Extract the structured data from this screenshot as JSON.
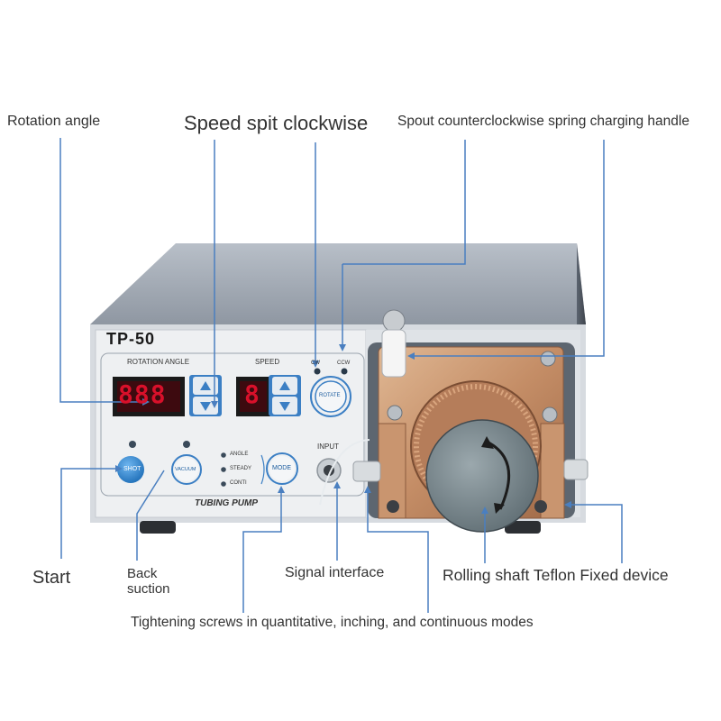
{
  "callouts": {
    "rotation_angle": "Rotation angle",
    "speed_clockwise": "Speed spit clockwise",
    "spout_ccw": "Spout counterclockwise spring charging handle",
    "start": "Start",
    "back": "Back",
    "suction": "suction",
    "signal": "Signal interface",
    "rolling": "Rolling shaft Teflon Fixed device",
    "tightening": "Tightening screws in quantitative, inching, and continuous modes"
  },
  "device": {
    "model": "TP-50",
    "rotation_angle_label": "ROTATION ANGLE",
    "angle_display": "888",
    "speed_label": "SPEED",
    "speed_display": "8",
    "cw_label": "CW",
    "ccw_label": "CCW",
    "rotate_button": "ROTATE",
    "shot_button": "SHOT",
    "vacuum_button": "VACUUM",
    "mode_button": "MODE",
    "mode_angle": "ANGLE",
    "mode_steady": "STEADY",
    "mode_conti": "CONTI",
    "input_label": "INPUT",
    "tubing_pump_label": "TUBING PUMP"
  },
  "colors": {
    "line": "#4a7fc0",
    "display": "#d8102a",
    "pump_body": "#c9956f",
    "panel": "#f0f2f4",
    "button": "#3a8fd8"
  }
}
